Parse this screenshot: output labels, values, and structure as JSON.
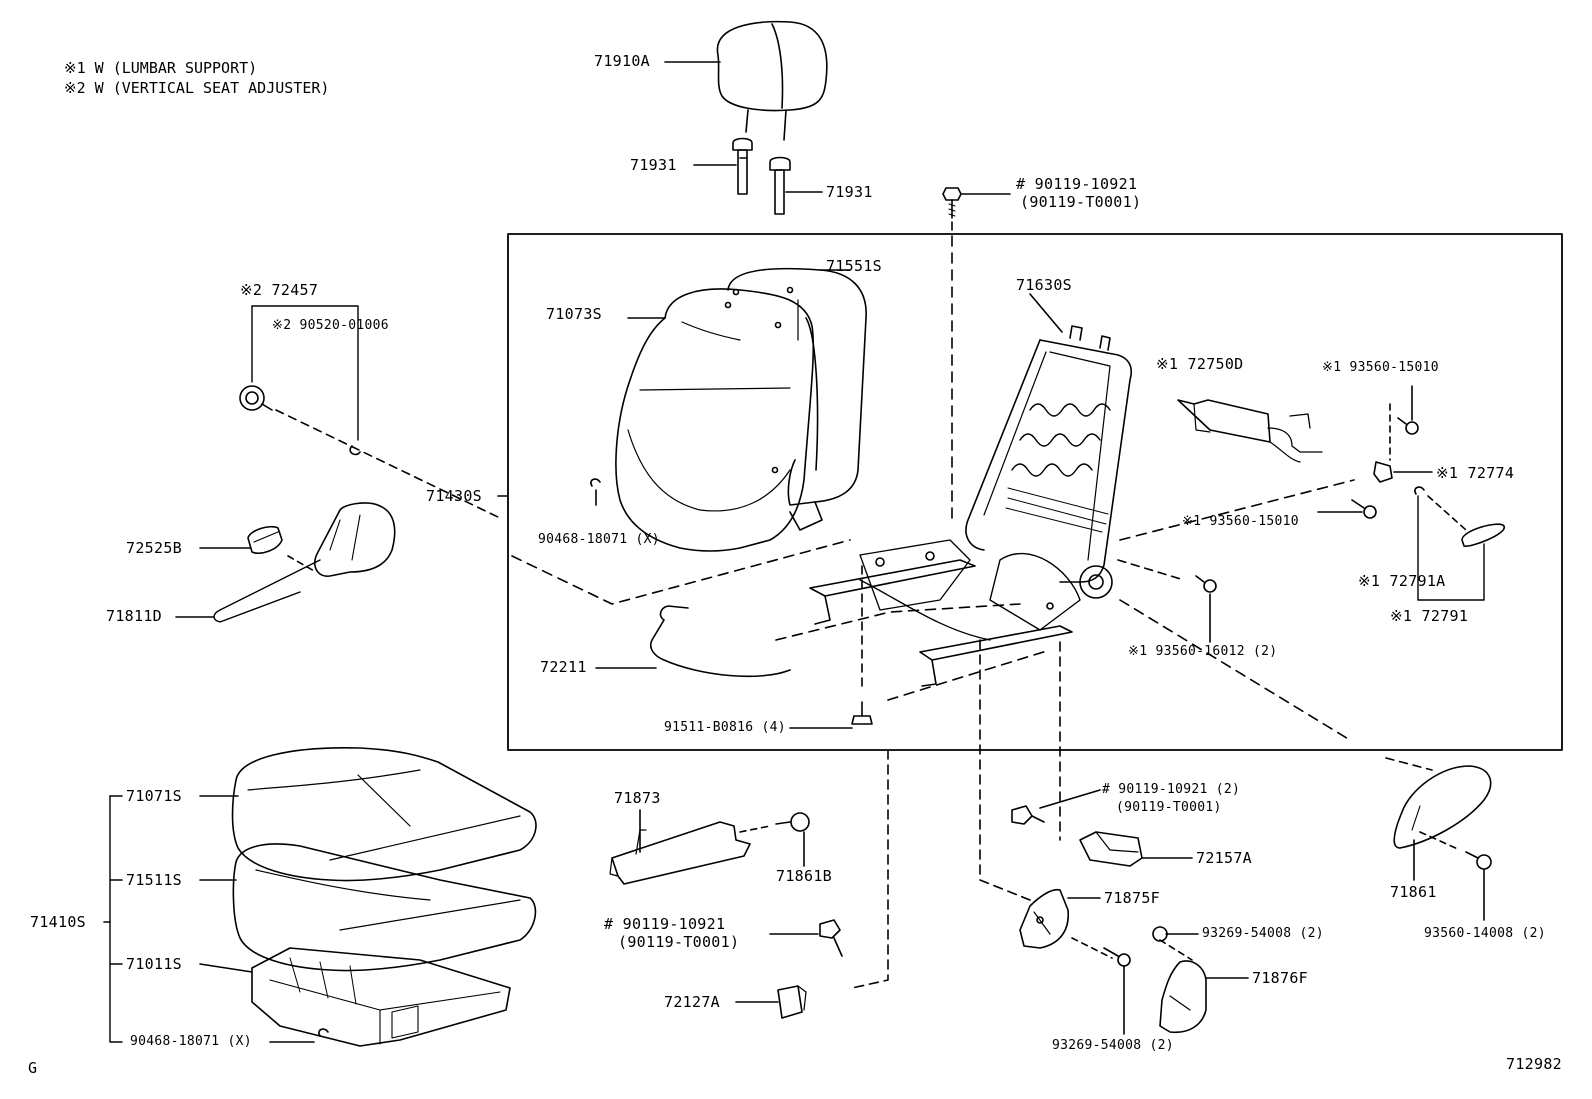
{
  "notes": [
    "※1 W (LUMBAR SUPPORT)",
    "※2 W (VERTICAL SEAT ADJUSTER)"
  ],
  "labels": {
    "p71910A": "71910A",
    "p71931a": "71931",
    "p71931b": "71931",
    "p90119a": "# 90119-10921",
    "p90119a_alt": "(90119-T0001)",
    "p71551S": "71551S",
    "p71073S": "71073S",
    "p71630S": "71630S",
    "p72750D": "※1 72750D",
    "p93560_15010a": "※1 93560-15010",
    "p72774": "※1 72774",
    "p93560_15010b": "※1 93560-15010",
    "p72791A": "※1 72791A",
    "p72791": "※1 72791",
    "p93560_16012": "※1 93560-16012 (2)",
    "p72457": "※2 72457",
    "p90520": "※2 90520-01006",
    "p71430S": "71430S",
    "p90468a": "90468-18071 (X)",
    "p72525B": "72525B",
    "p71811D": "71811D",
    "p72211": "72211",
    "p91511": "91511-B0816 (4)",
    "p71071S": "71071S",
    "p71511S": "71511S",
    "p71410S": "71410S",
    "p71011S": "71011S",
    "p90468b": "90468-18071 (X)",
    "p71873": "71873",
    "p71861B": "71861B",
    "p90119b": "# 90119-10921",
    "p90119b_alt": "(90119-T0001)",
    "p72127A": "72127A",
    "p90119c": "# 90119-10921 (2)",
    "p90119c_alt": "(90119-T0001)",
    "p72157A": "72157A",
    "p71875F": "71875F",
    "p93269a": "93269-54008 (2)",
    "p71876F": "71876F",
    "p93269b": "93269-54008 (2)",
    "p71861": "71861",
    "p93560_14008": "93560-14008 (2)"
  },
  "corner_left": "G",
  "corner_right": "712982"
}
